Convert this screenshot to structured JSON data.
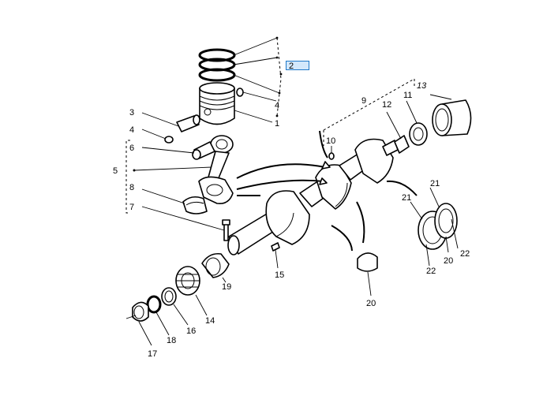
{
  "colors": {
    "line": "#000000",
    "background": "#ffffff",
    "highlight_fill": "#d3e8fb",
    "highlight_border": "#1e78c8"
  },
  "selected_callout": "2",
  "callouts": {
    "c1": "1",
    "c2": "2",
    "c3": "3",
    "c4a": "4",
    "c4b": "4",
    "c5": "5",
    "c6": "6",
    "c7": "7",
    "c8": "8",
    "c9": "9",
    "c10": "10",
    "c11": "11",
    "c12": "12",
    "c13": "13",
    "c14": "14",
    "c15": "15",
    "c16": "16",
    "c17": "17",
    "c18": "18",
    "c19": "19",
    "c20a": "20",
    "c20b": "20",
    "c21a": "21",
    "c21b": "21",
    "c22a": "22",
    "c22b": "22"
  }
}
